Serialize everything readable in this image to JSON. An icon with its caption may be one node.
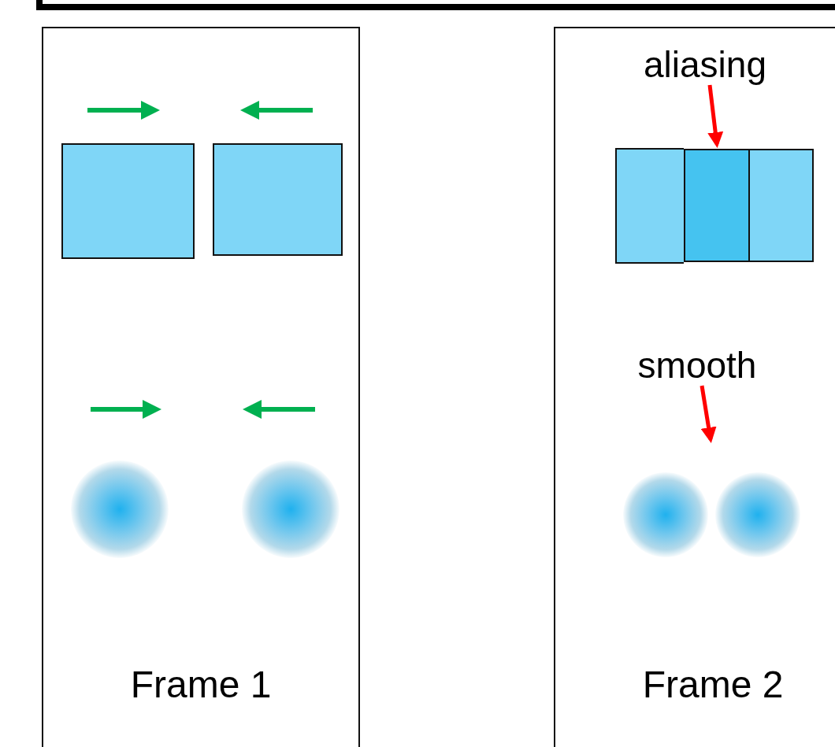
{
  "diagram": {
    "nodes": [
      {
        "text": [
          "Frame 1"
        ]
      },
      {
        "text": [],
        "shape": "box",
        "in": 0
      },
      {
        "text": [],
        "shape": "box",
        "in": 0
      },
      {
        "text": [],
        "shape": "circle",
        "in": 0
      },
      {
        "text": [],
        "shape": "circle",
        "in": 0
      },
      {
        "text": [
          "Frame 2"
        ]
      },
      {
        "text": [
          "aliasing"
        ],
        "in": 5
      },
      {
        "text": [],
        "shape": "box",
        "in": 5
      },
      {
        "text": [],
        "shape": "box",
        "in": 5
      },
      {
        "text": [
          "smooth"
        ],
        "in": 5
      },
      {
        "text": [],
        "shape": "circle",
        "in": 5
      },
      {
        "text": [],
        "shape": "circle",
        "in": 5
      }
    ],
    "edges": [
      {
        "from": 6,
        "to": 8,
        "arrow": "to"
      },
      {
        "from": 9,
        "to": null,
        "arrow": "to"
      }
    ]
  }
}
